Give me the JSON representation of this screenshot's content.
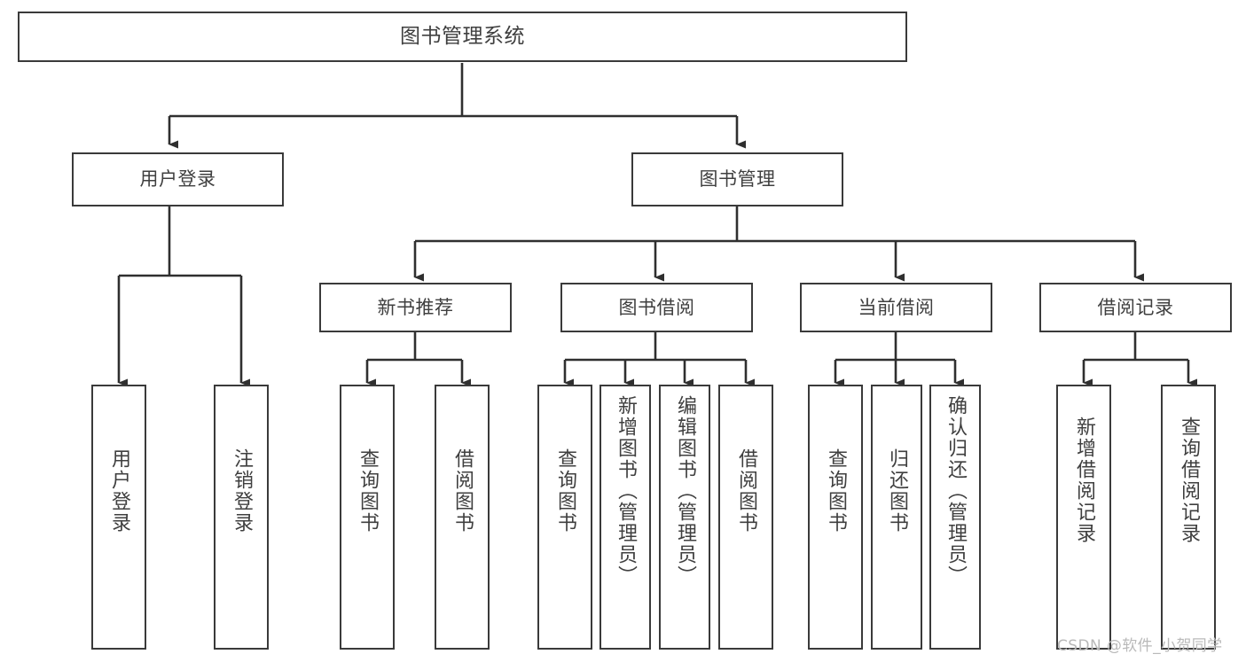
{
  "diagram": {
    "title": "图书管理系统",
    "type": "tree-hierarchy-chart",
    "watermark": "CSDN @软件_小贺同学",
    "colors": {
      "background": "#ffffff",
      "box_border": "#3a3a3a",
      "box_fill": "#ffffff",
      "text": "#3f3f3f",
      "connector": "#2f2f2f",
      "watermark": "#b9b9b9"
    },
    "root": {
      "label": "图书管理系统"
    },
    "level2": [
      {
        "label": "用户登录"
      },
      {
        "label": "图书管理"
      }
    ],
    "level3": [
      {
        "label": "新书推荐"
      },
      {
        "label": "图书借阅"
      },
      {
        "label": "当前借阅"
      },
      {
        "label": "借阅记录"
      }
    ],
    "leaves": {
      "user_login": [
        {
          "label": "用户登录"
        },
        {
          "label": "注销登录"
        }
      ],
      "new_book_recommend": [
        {
          "label": "查询图书"
        },
        {
          "label": "借阅图书"
        }
      ],
      "book_borrow": [
        {
          "label": "查询图书"
        },
        {
          "label": "新增图书（管理员）"
        },
        {
          "label": "编辑图书（管理员）"
        },
        {
          "label": "借阅图书"
        }
      ],
      "current_borrow": [
        {
          "label": "查询图书"
        },
        {
          "label": "归还图书"
        },
        {
          "label": "确认归还（管理员）"
        }
      ],
      "borrow_record": [
        {
          "label": "新增借阅记录"
        },
        {
          "label": "查询借阅记录"
        }
      ]
    }
  }
}
